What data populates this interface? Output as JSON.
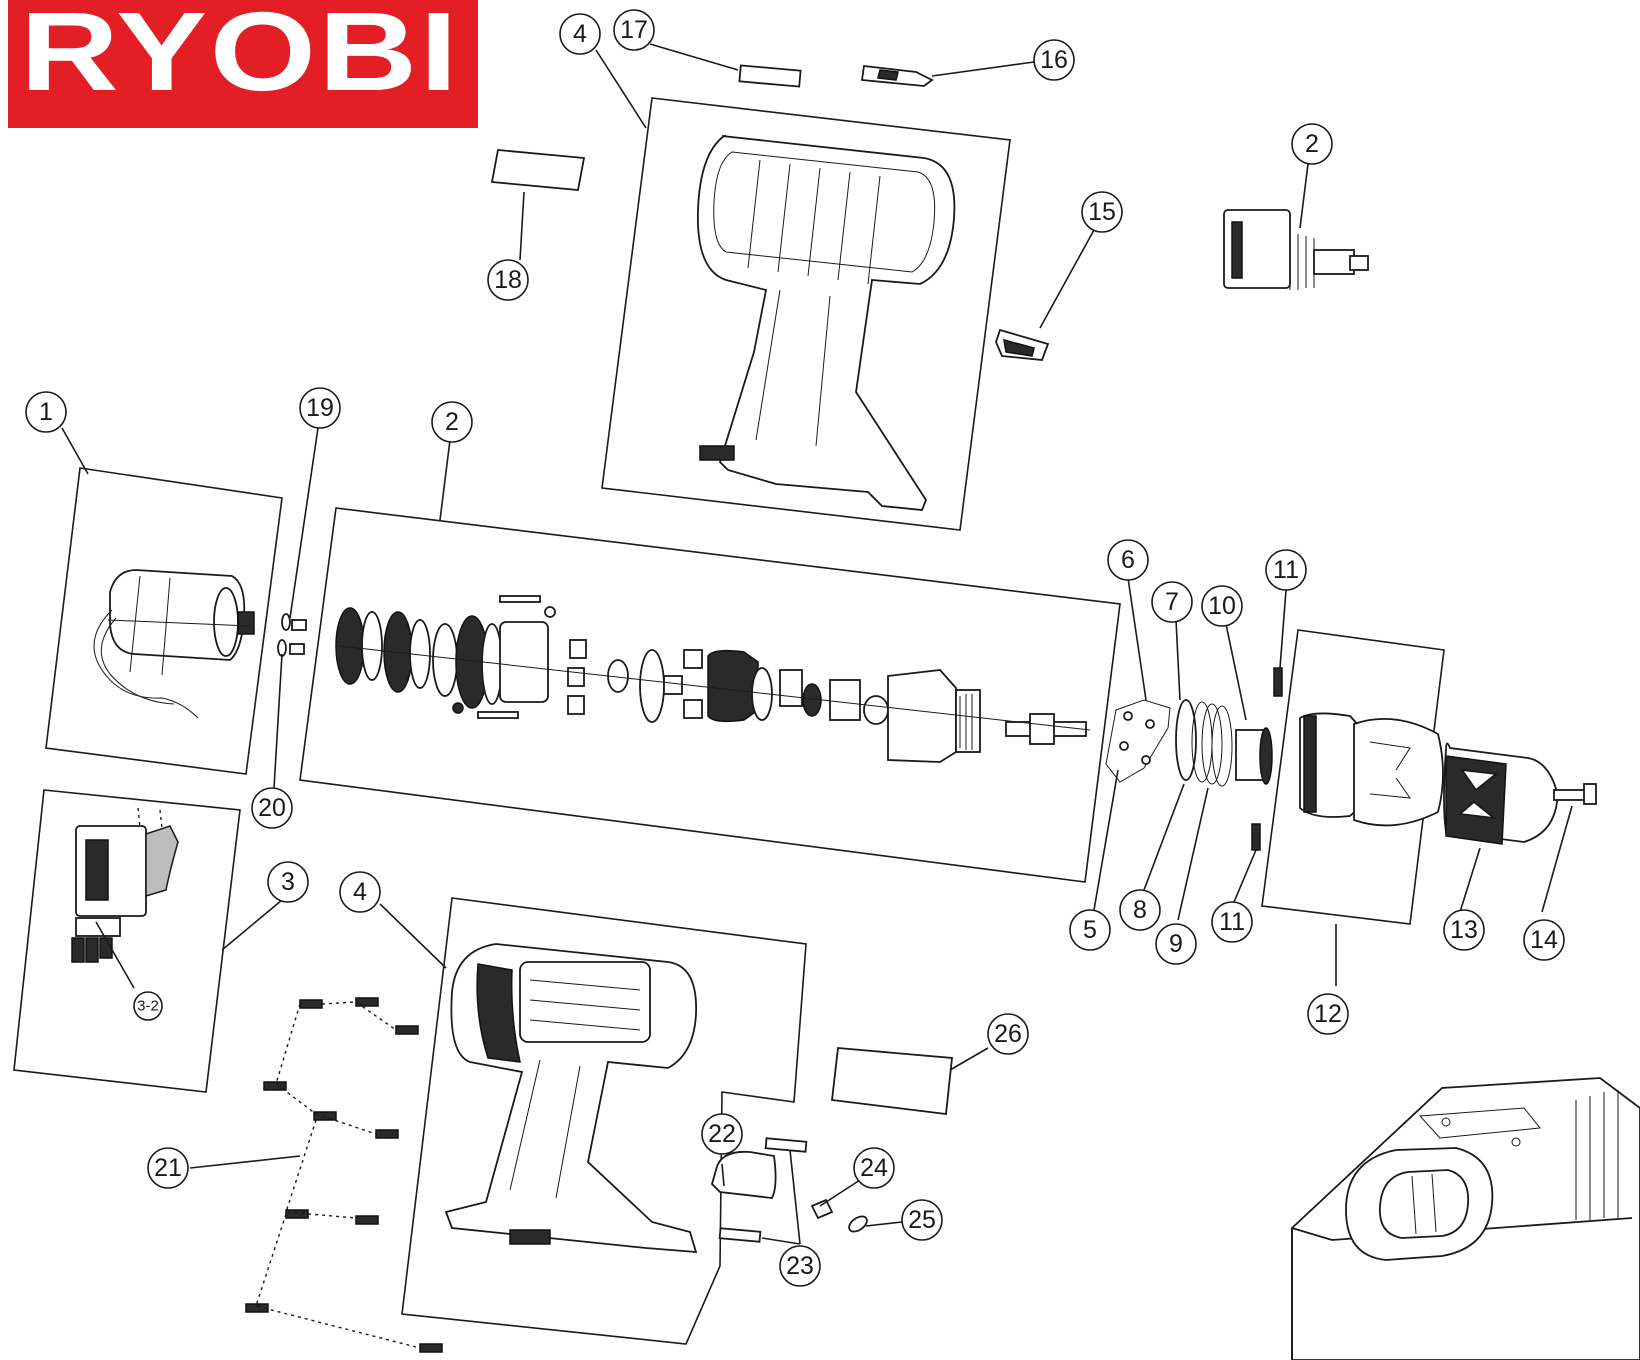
{
  "brand": {
    "logo_text": "RYOBI",
    "logo_color": "#e31e24"
  },
  "callouts": {
    "c1": "1",
    "c2a": "2",
    "c2b": "2",
    "c3": "3",
    "c3_2": "3-2",
    "c4a": "4",
    "c4b": "4",
    "c5": "5",
    "c6": "6",
    "c7": "7",
    "c8": "8",
    "c9": "9",
    "c10": "10",
    "c11a": "11",
    "c11b": "11",
    "c12": "12",
    "c13": "13",
    "c14": "14",
    "c15": "15",
    "c16": "16",
    "c17": "17",
    "c18": "18",
    "c19": "19",
    "c20": "20",
    "c21": "21",
    "c22": "22",
    "c23": "23",
    "c24": "24",
    "c25": "25",
    "c26": "26"
  },
  "icons": {
    "motor": "motor-icon",
    "gearbox": "gearbox-icon",
    "switch": "switch-icon",
    "housing": "housing-icon",
    "chuck": "chuck-icon",
    "charger": "charger-icon",
    "screw": "screw-icon"
  }
}
